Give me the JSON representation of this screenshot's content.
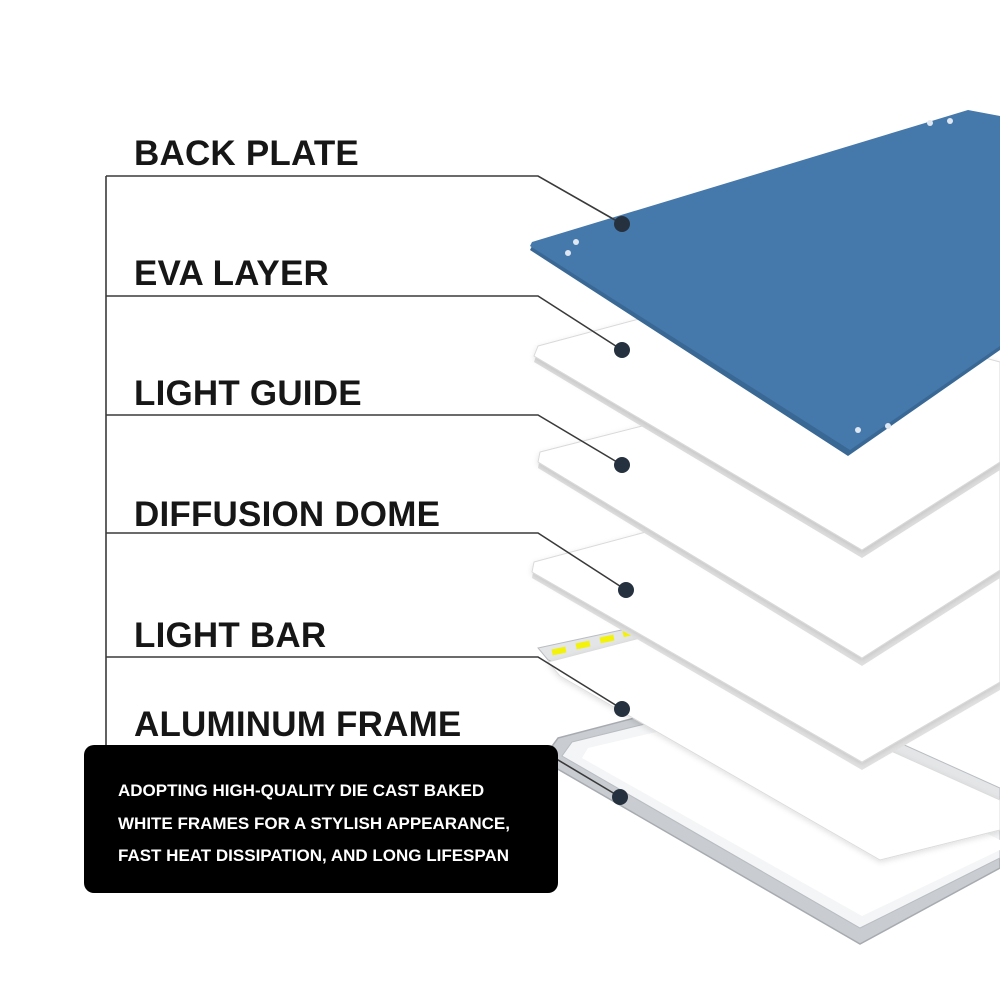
{
  "diagram": {
    "layers": [
      {
        "id": "back-plate",
        "label": "BACK PLATE"
      },
      {
        "id": "eva-layer",
        "label": "EVA LAYER"
      },
      {
        "id": "light-guide",
        "label": "LIGHT GUIDE"
      },
      {
        "id": "diffusion-dome",
        "label": "DIFFUSION DOME"
      },
      {
        "id": "light-bar",
        "label": "LIGHT BAR"
      },
      {
        "id": "aluminum-frame",
        "label": "ALUMINUM FRAME"
      }
    ],
    "callout": {
      "lines": [
        "ADOPTING HIGH-QUALITY DIE CAST BAKED",
        "WHITE FRAMES FOR A STYLISH APPEARANCE,",
        "FAST HEAT DISSIPATION, AND LONG LIFESPAN"
      ]
    },
    "colors": {
      "back_plate": "#4578ab",
      "panel_white": "#ffffff",
      "panel_edge": "#d9d9d9",
      "frame_silver": "#c9ccd0",
      "led_yellow": "#f3f20c",
      "callout_bg": "#000000",
      "leader_dot": "#25313f"
    }
  }
}
